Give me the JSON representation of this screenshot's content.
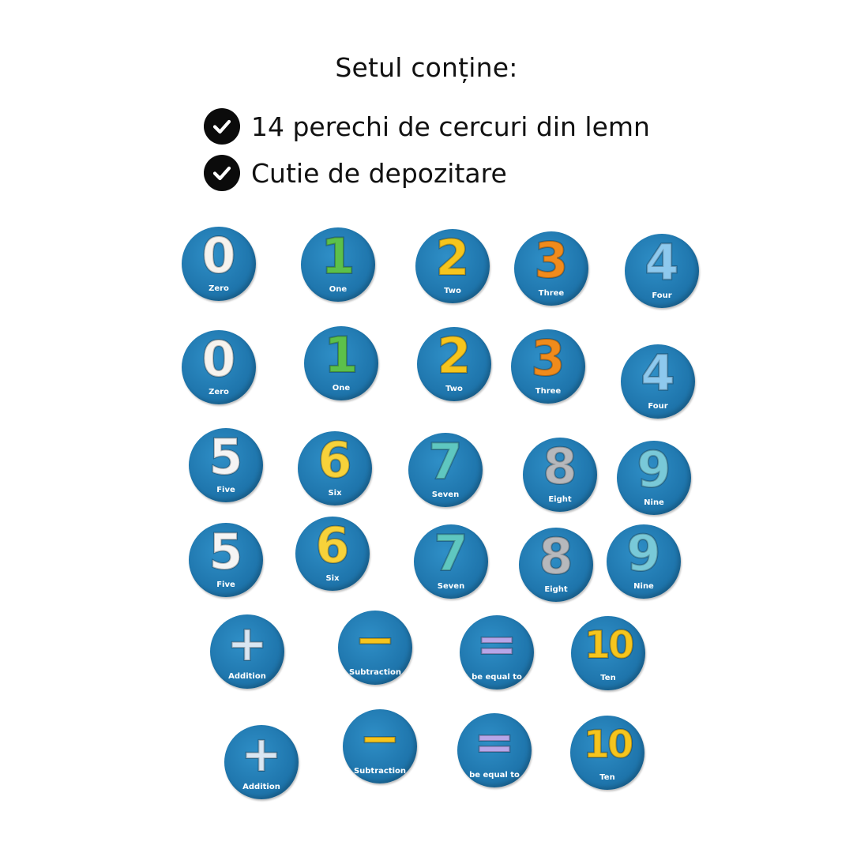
{
  "heading": "Setul conține:",
  "features": [
    "14 perechi de cercuri din lemn",
    "Cutie de depozitare"
  ],
  "tokens": {
    "zero": {
      "symbol": "0",
      "label": "Zero",
      "color": "#f6f3ee"
    },
    "one": {
      "symbol": "1",
      "label": "One",
      "color": "#5cc04a"
    },
    "two": {
      "symbol": "2",
      "label": "Two",
      "color": "#f6c51d"
    },
    "three": {
      "symbol": "3",
      "label": "Three",
      "color": "#f08b1c"
    },
    "four": {
      "symbol": "4",
      "label": "Four",
      "color": "#8ec9ee"
    },
    "five": {
      "symbol": "5",
      "label": "Five",
      "color": "#f4f4f4"
    },
    "six": {
      "symbol": "6",
      "label": "Six",
      "color": "#f7d23a"
    },
    "seven": {
      "symbol": "7",
      "label": "Seven",
      "color": "#5fc7c0"
    },
    "eight": {
      "symbol": "8",
      "label": "Eight",
      "color": "#b6b8bc"
    },
    "nine": {
      "symbol": "9",
      "label": "Nine",
      "color": "#79c9d8"
    },
    "addition": {
      "symbol": "+",
      "label": "Addition",
      "color": "#d9e6f2"
    },
    "subtraction": {
      "symbol": "−",
      "label": "Subtraction",
      "color": "#f6c51d"
    },
    "equal": {
      "symbol": "=",
      "label": "be equal to",
      "color": "#b7a6e8"
    },
    "ten": {
      "symbol": "10",
      "label": "Ten",
      "color": "#f6c51d"
    }
  }
}
